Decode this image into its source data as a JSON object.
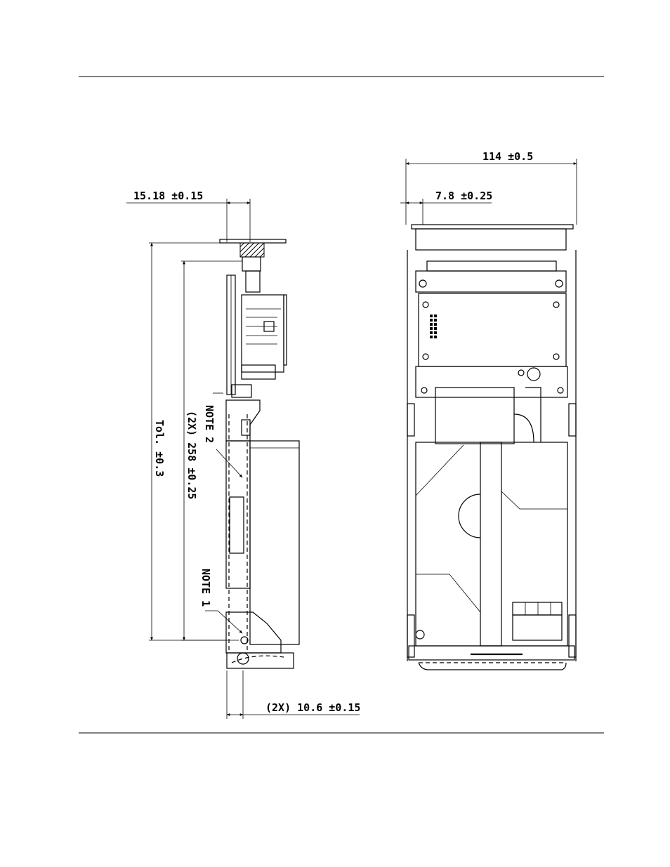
{
  "dimensions": {
    "top_width": "114 ±0.5",
    "top_offset": "7.8 ±0.25",
    "side_thickness": "15.18 ±0.15",
    "total_length": "Tol. ±0.3",
    "inner_length": "(2X) 258 ±0.25",
    "bottom_offset": "(2X) 10.6 ±0.15"
  },
  "notes": {
    "note1": "NOTE 1",
    "note2": "NOTE 2"
  }
}
